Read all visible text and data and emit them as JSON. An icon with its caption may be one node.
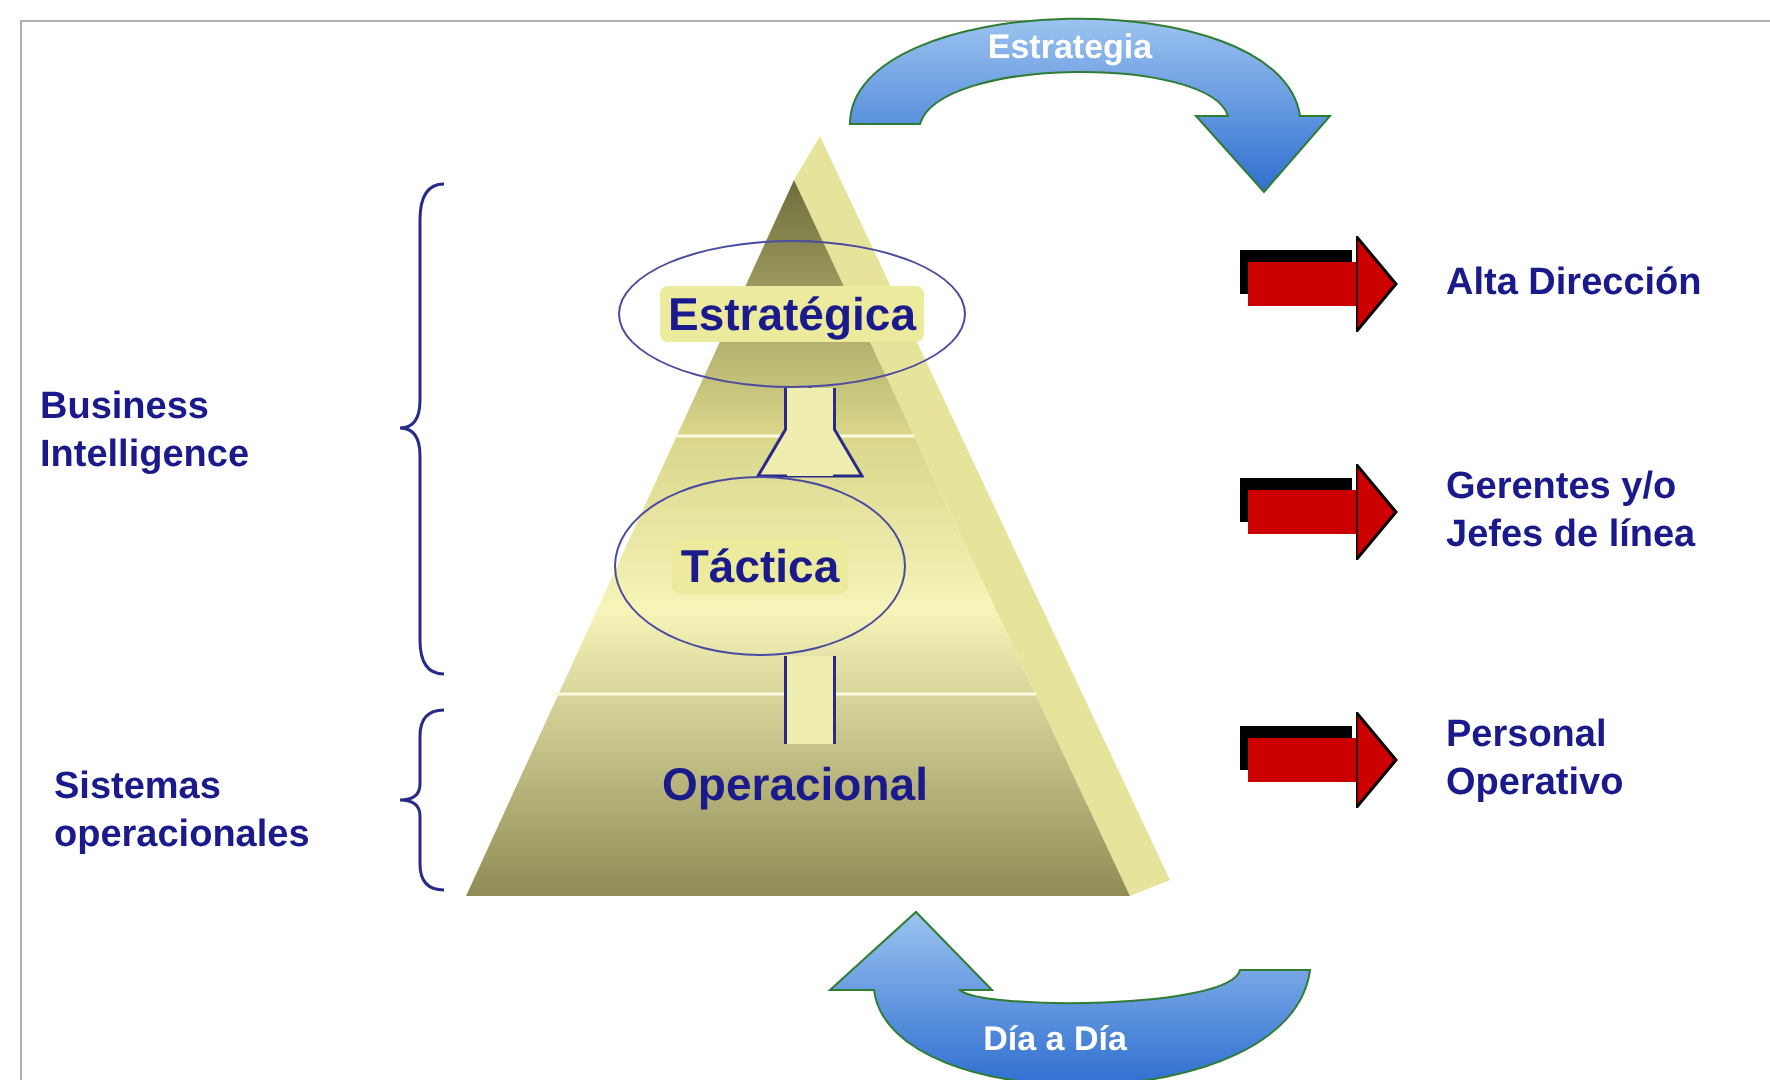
{
  "diagram": {
    "nodes": [
      {
        "text": [
          "Estratégica"
        ]
      },
      {
        "text": [
          "Táctica"
        ]
      },
      {
        "text": [
          "Operacional"
        ]
      },
      {
        "text": [
          "Alta Dirección"
        ]
      },
      {
        "text": [
          "Gerentes y/o Jefes de línea"
        ]
      },
      {
        "text": [
          "Personal Operativo"
        ]
      }
    ],
    "edges": [
      {
        "from": 2,
        "to": 1,
        "arrow": "none",
        "color": "#2a2a8a"
      },
      {
        "from": 1,
        "to": 0,
        "arrow": "to",
        "color": "#2a2a8a"
      },
      {
        "from": null,
        "to": 3,
        "arrow": "to",
        "color": "#cc0000"
      },
      {
        "from": null,
        "to": 4,
        "arrow": "to",
        "color": "#cc0000"
      },
      {
        "from": null,
        "to": 5,
        "arrow": "to",
        "color": "#cc0000"
      }
    ],
    "labels": [
      "Estrategia",
      "Business Intelligence",
      "Sistemas operacionales",
      "Día a Día"
    ]
  }
}
